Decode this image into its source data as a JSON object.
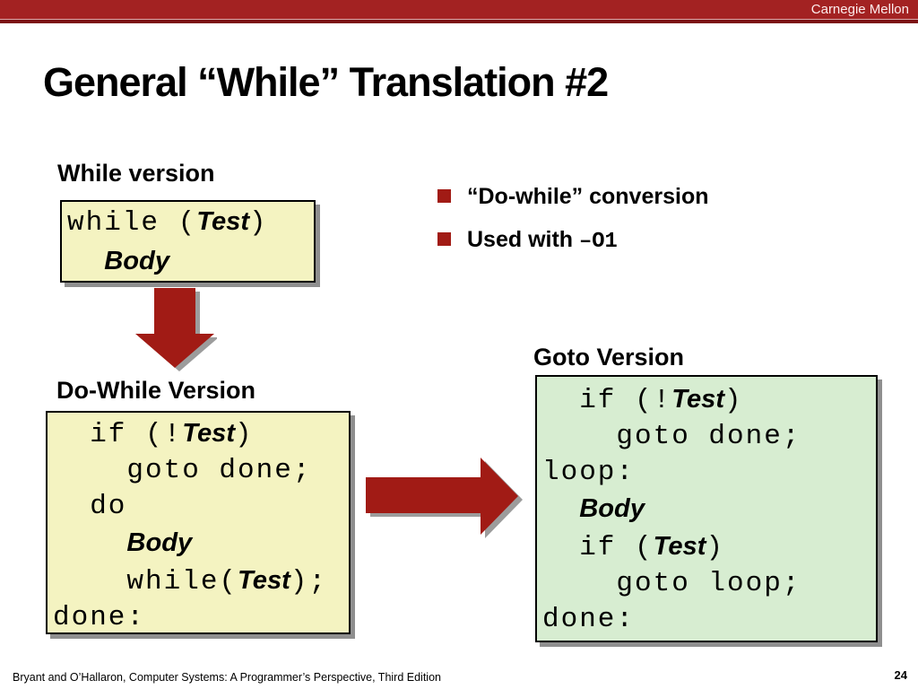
{
  "colors": {
    "bar": "#A32222",
    "barDark": "#7C1215",
    "barSep": "#DCA9A9",
    "red": "#A11B15",
    "arrowShadow": "#9C9C9C",
    "shadow": "#8F8F8F",
    "yellow": "#F4F3C1",
    "green": "#D7EDD1",
    "border": "#000000"
  },
  "header": {
    "brand": "Carnegie Mellon"
  },
  "title": "General “While” Translation #2",
  "bullets": [
    {
      "segments": [
        {
          "t": "“Do-while” conversion",
          "k": "b"
        }
      ]
    },
    {
      "segments": [
        {
          "t": "Used with ",
          "k": "b"
        },
        {
          "t": "–O1",
          "k": "mb"
        }
      ]
    }
  ],
  "while_version": {
    "label": "While version",
    "code": [
      [
        {
          "t": "while (",
          "k": "m"
        },
        {
          "t": "Test",
          "k": "v"
        },
        {
          "t": ")",
          "k": "m"
        }
      ],
      [
        {
          "t": "  ",
          "k": "m"
        },
        {
          "t": "Body",
          "k": "v"
        }
      ]
    ]
  },
  "do_while_version": {
    "label": "Do-While Version",
    "code": [
      [
        {
          "t": "  if (!",
          "k": "m"
        },
        {
          "t": "Test",
          "k": "v"
        },
        {
          "t": ")",
          "k": "m"
        }
      ],
      [
        {
          "t": "    goto done;",
          "k": "m"
        }
      ],
      [
        {
          "t": "  do",
          "k": "m"
        }
      ],
      [
        {
          "t": "    ",
          "k": "m"
        },
        {
          "t": "Body",
          "k": "v"
        }
      ],
      [
        {
          "t": "    while(",
          "k": "m"
        },
        {
          "t": "Test",
          "k": "v"
        },
        {
          "t": ");",
          "k": "m"
        }
      ],
      [
        {
          "t": "done:",
          "k": "m"
        }
      ]
    ]
  },
  "goto_version": {
    "label": "Goto Version",
    "code": [
      [
        {
          "t": "  if (!",
          "k": "m"
        },
        {
          "t": "Test",
          "k": "v"
        },
        {
          "t": ")",
          "k": "m"
        }
      ],
      [
        {
          "t": "    goto done;",
          "k": "m"
        }
      ],
      [
        {
          "t": "loop:",
          "k": "m"
        }
      ],
      [
        {
          "t": "  ",
          "k": "m"
        },
        {
          "t": "Body",
          "k": "v"
        }
      ],
      [
        {
          "t": "  if (",
          "k": "m"
        },
        {
          "t": "Test",
          "k": "v"
        },
        {
          "t": ")",
          "k": "m"
        }
      ],
      [
        {
          "t": "    goto loop;",
          "k": "m"
        }
      ],
      [
        {
          "t": "done:",
          "k": "m"
        }
      ]
    ]
  },
  "footer": {
    "credit": "Bryant and O’Hallaron, Computer Systems: A Programmer’s Perspective, Third Edition",
    "page": "24"
  }
}
